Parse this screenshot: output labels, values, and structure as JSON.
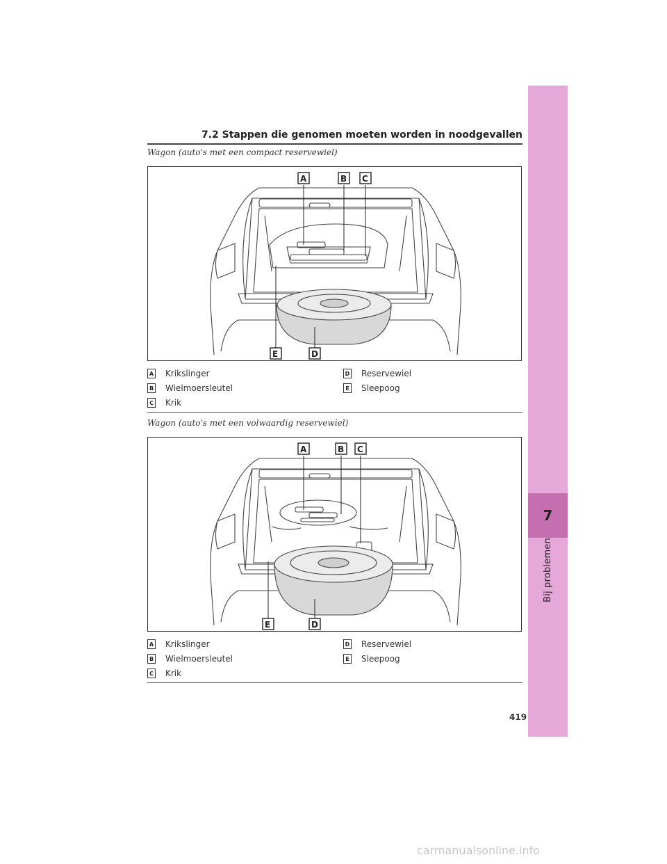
{
  "header": {
    "section": "7.2  Stappen die genomen moeten worden in noodgevallen"
  },
  "side_tab": {
    "chapter_number": "7",
    "chapter_title": "Bij problemen"
  },
  "sections": [
    {
      "caption": "Wagon (auto's met een compact reservewiel)",
      "callouts": [
        "A",
        "B",
        "C",
        "E",
        "D"
      ],
      "legend": [
        {
          "key": "A",
          "label": "Krikslinger"
        },
        {
          "key": "B",
          "label": "Wielmoersleutel"
        },
        {
          "key": "C",
          "label": "Krik"
        },
        {
          "key": "D",
          "label": "Reservewiel"
        },
        {
          "key": "E",
          "label": "Sleepoog"
        }
      ]
    },
    {
      "caption": "Wagon (auto's met een volwaardig reservewiel)",
      "callouts": [
        "A",
        "B",
        "C",
        "E",
        "D"
      ],
      "legend": [
        {
          "key": "A",
          "label": "Krikslinger"
        },
        {
          "key": "B",
          "label": "Wielmoersleutel"
        },
        {
          "key": "C",
          "label": "Krik"
        },
        {
          "key": "D",
          "label": "Reservewiel"
        },
        {
          "key": "E",
          "label": "Sleepoog"
        }
      ]
    }
  ],
  "page_number": "419",
  "watermark": "carmanualsonline.info"
}
